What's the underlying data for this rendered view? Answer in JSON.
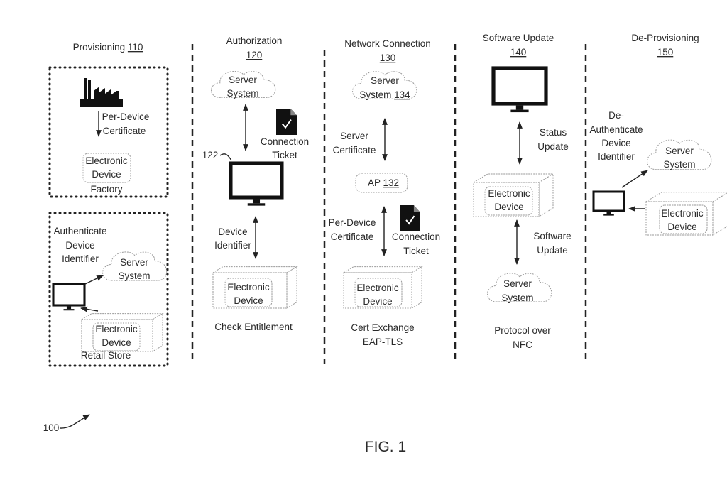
{
  "figure": {
    "label": "FIG. 1",
    "reference": "100"
  },
  "columns": [
    {
      "title": "Provisioning",
      "number": "110",
      "factory": {
        "arrow_label": [
          "Per-Device",
          "Certificate"
        ],
        "device": [
          "Electronic",
          "Device"
        ],
        "caption": "Factory"
      },
      "retail": {
        "action": [
          "Authenticate",
          "Device",
          "Identifier"
        ],
        "server": [
          "Server",
          "System"
        ],
        "device": [
          "Electronic",
          "Device"
        ],
        "caption": "Retail Store"
      }
    },
    {
      "title": "Authorization",
      "number": "120",
      "server": [
        "Server",
        "System"
      ],
      "ticket": [
        "Connection",
        "Ticket"
      ],
      "monitor_ref": "122",
      "arrow_label": [
        "Device",
        "Identifier"
      ],
      "device": [
        "Electronic",
        "Device"
      ],
      "caption": "Check Entitlement"
    },
    {
      "title": "Network Connection",
      "number": "130",
      "server": [
        "Server",
        "System",
        "134"
      ],
      "upper_arrow_label": [
        "Server",
        "Certificate"
      ],
      "ap": [
        "AP",
        "132"
      ],
      "lower_arrow_label": [
        "Per-Device",
        "Certificate"
      ],
      "ticket": [
        "Connection",
        "Ticket"
      ],
      "device": [
        "Electronic",
        "Device"
      ],
      "caption": [
        "Cert Exchange",
        "EAP-TLS"
      ]
    },
    {
      "title": "Software Update",
      "number": "140",
      "upper_arrow_label": [
        "Status",
        "Update"
      ],
      "device": [
        "Electronic",
        "Device"
      ],
      "lower_arrow_label": [
        "Software",
        "Update"
      ],
      "server": [
        "Server",
        "System"
      ],
      "caption": [
        "Protocol over",
        "NFC"
      ]
    },
    {
      "title": "De-Provisioning",
      "number": "150",
      "action": [
        "De-",
        "Authenticate",
        "Device",
        "Identifier"
      ],
      "server": [
        "Server",
        "System"
      ],
      "device": [
        "Electronic",
        "Device"
      ]
    }
  ]
}
